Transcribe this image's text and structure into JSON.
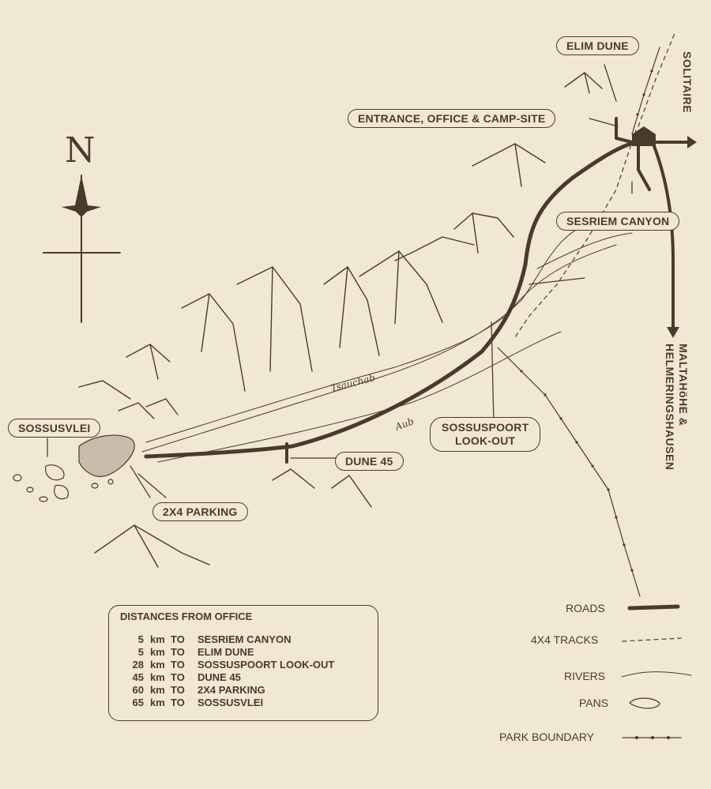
{
  "labels": {
    "elim_dune": "ELIM DUNE",
    "entrance": "ENTRANCE, OFFICE & CAMP-SITE",
    "sesriem_canyon": "SESRIEM CANYON",
    "sossuspoort": [
      "SOSSUSPOORT",
      "LOOK-OUT"
    ],
    "sossusvlei": "SOSSUSVLEI",
    "dune_45": "DUNE 45",
    "parking": "2X4 PARKING",
    "solitaire": "SOLITAIRE",
    "maltahohe": "MALTAHöHE &",
    "helmeringshausen": "HELMERINGSHAUSEN"
  },
  "rivers": {
    "tsauchab": "Tsauchab",
    "aub": "Aub"
  },
  "north_label": "N",
  "distances": {
    "title": "DISTANCES FROM OFFICE",
    "unit": "km",
    "to": "TO",
    "rows": [
      {
        "km": "5",
        "place": "SESRIEM CANYON"
      },
      {
        "km": "5",
        "place": "ELIM DUNE"
      },
      {
        "km": "28",
        "place": "SOSSUSPOORT LOOK-OUT"
      },
      {
        "km": "45",
        "place": "DUNE 45"
      },
      {
        "km": "60",
        "place": "2X4 PARKING"
      },
      {
        "km": "65",
        "place": "SOSSUSVLEI"
      }
    ]
  },
  "legend": {
    "roads": "ROADS",
    "tracks": "4X4 TRACKS",
    "rivers": "RIVERS",
    "pans": "PANS",
    "boundary": "PARK BOUNDARY"
  },
  "colors": {
    "ink": "#4a3a2e",
    "paper": "#f1e8d3"
  }
}
